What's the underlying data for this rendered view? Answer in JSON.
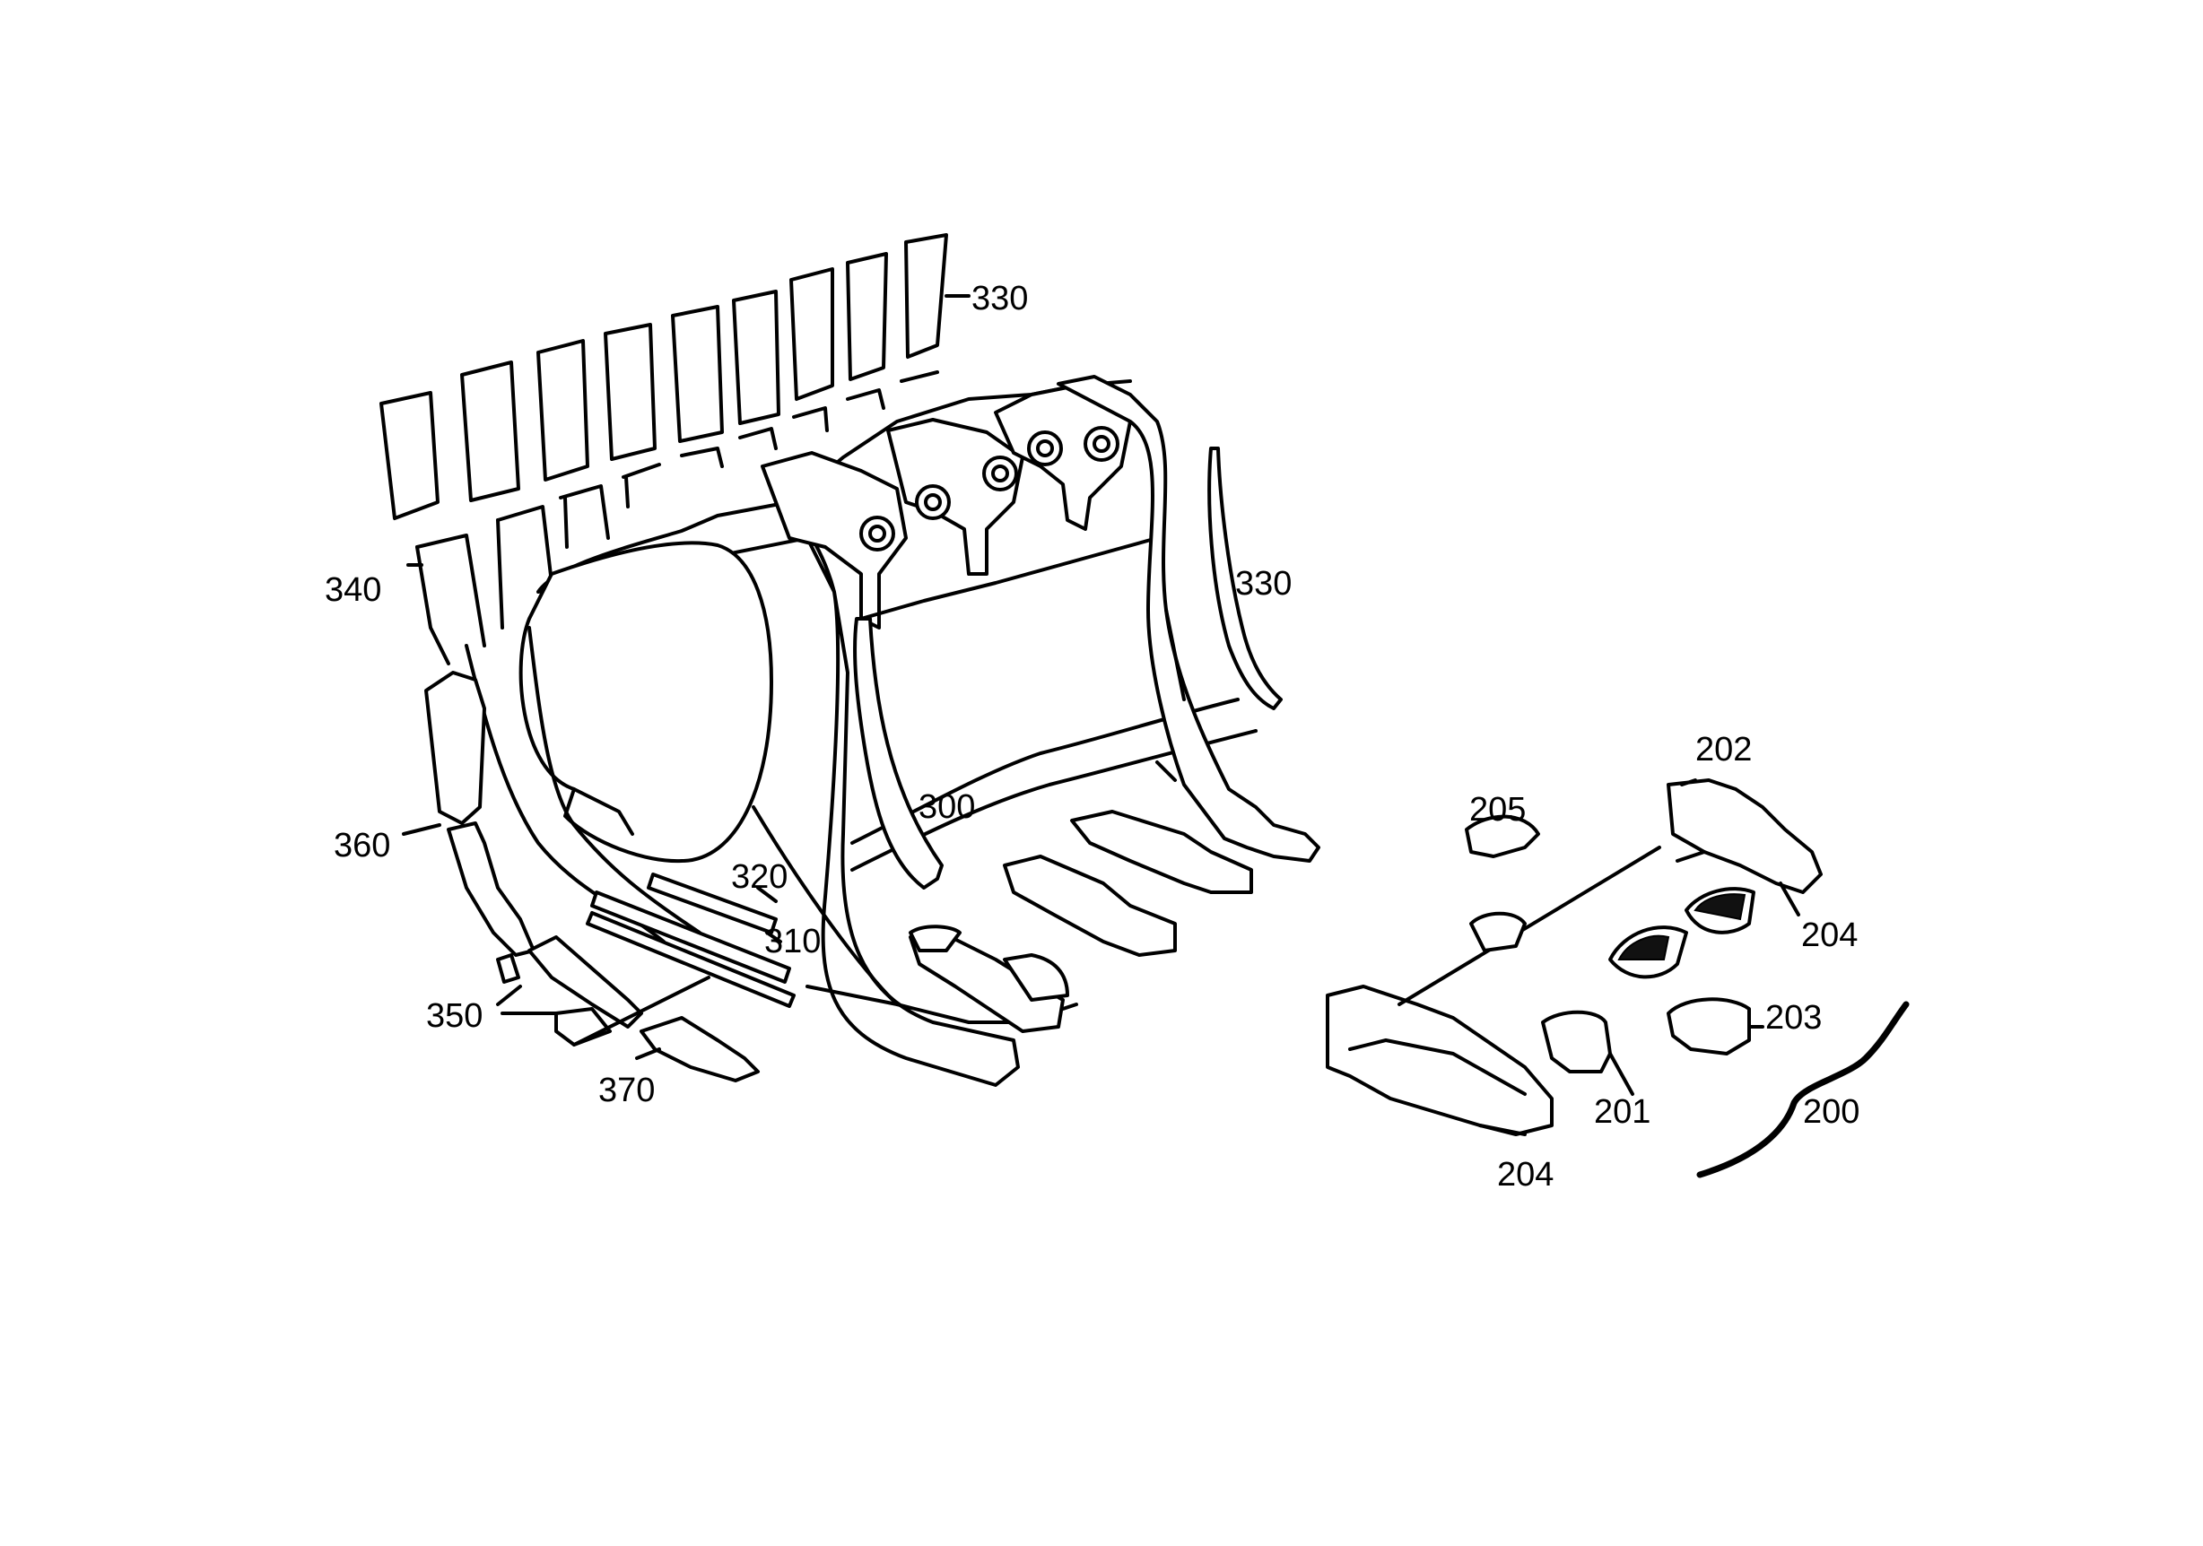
{
  "labels": {
    "l330a": "330",
    "l330b": "330",
    "l340": "340",
    "l360": "360",
    "l300": "300",
    "l320": "320",
    "l310": "310",
    "l350": "350",
    "l370": "370",
    "l205": "205",
    "l202": "202",
    "l204a": "204",
    "l203": "203",
    "l201": "201",
    "l200": "200",
    "l204b": "204"
  }
}
